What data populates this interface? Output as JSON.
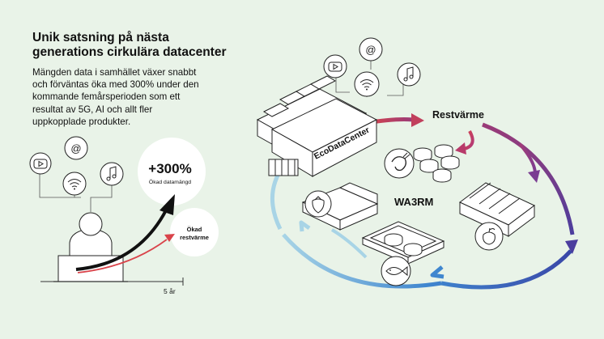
{
  "intro": {
    "title_lines": [
      "Unik satsning på nästa",
      "generations cirkulära datacenter"
    ],
    "body_lines": [
      "Mängden data i samhället växer snabbt",
      "och förväntas öka med 300% under den",
      "kommande femårsperioden som ett",
      "resultat av 5G, AI och allt fler",
      "uppkopplade produkter."
    ]
  },
  "growth": {
    "data_value": "+300%",
    "data_label": "Ökad datamängd",
    "heat_label_lines": [
      "Ökad",
      "restvärme"
    ],
    "x_axis_label": "5 år"
  },
  "cycle": {
    "datacenter_label": "EcoDataCenter",
    "center_label": "WA3RM",
    "heat_label": "Restvärme"
  },
  "icons": [
    "youtube-icon",
    "at-sign-icon",
    "wifi-icon",
    "music-note-icon",
    "shrimp-icon",
    "apple-icon",
    "strawberry-icon",
    "fish-icon"
  ],
  "colors": {
    "background": "#e9f3e8",
    "arrow_red": "#d9434a",
    "arrow_purple": "#6a3f9c",
    "arrow_blue": "#2f6dc4",
    "arrow_lightblue": "#a8d4e6",
    "growth_black": "#111111",
    "growth_red": "#d9434a"
  }
}
